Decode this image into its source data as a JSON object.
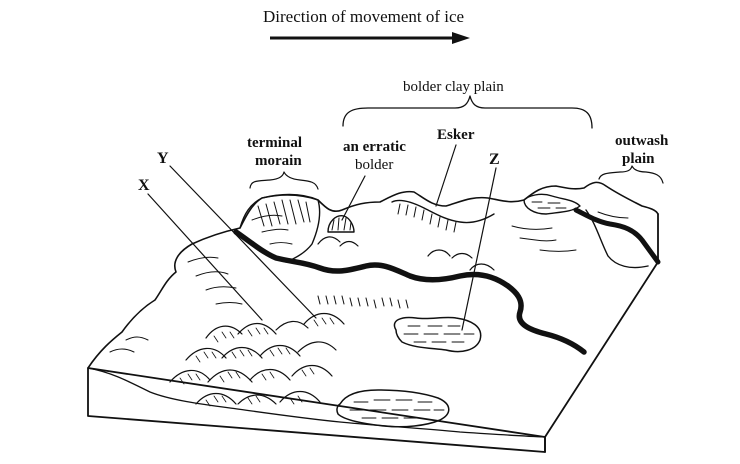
{
  "diagram": {
    "direction_caption": "Direction of movement of ice",
    "labels": {
      "bolder_clay_plain": "bolder clay plain",
      "terminal_line1": "terminal",
      "terminal_line2": "morain",
      "erratic_line1": "an erratic",
      "erratic_line2": "bolder",
      "esker": "Esker",
      "outwash_line1": "outwash",
      "outwash_line2": "plain",
      "y": "Y",
      "x": "X",
      "z": "Z"
    },
    "colors": {
      "ink": "#111111",
      "background": "#ffffff"
    }
  }
}
